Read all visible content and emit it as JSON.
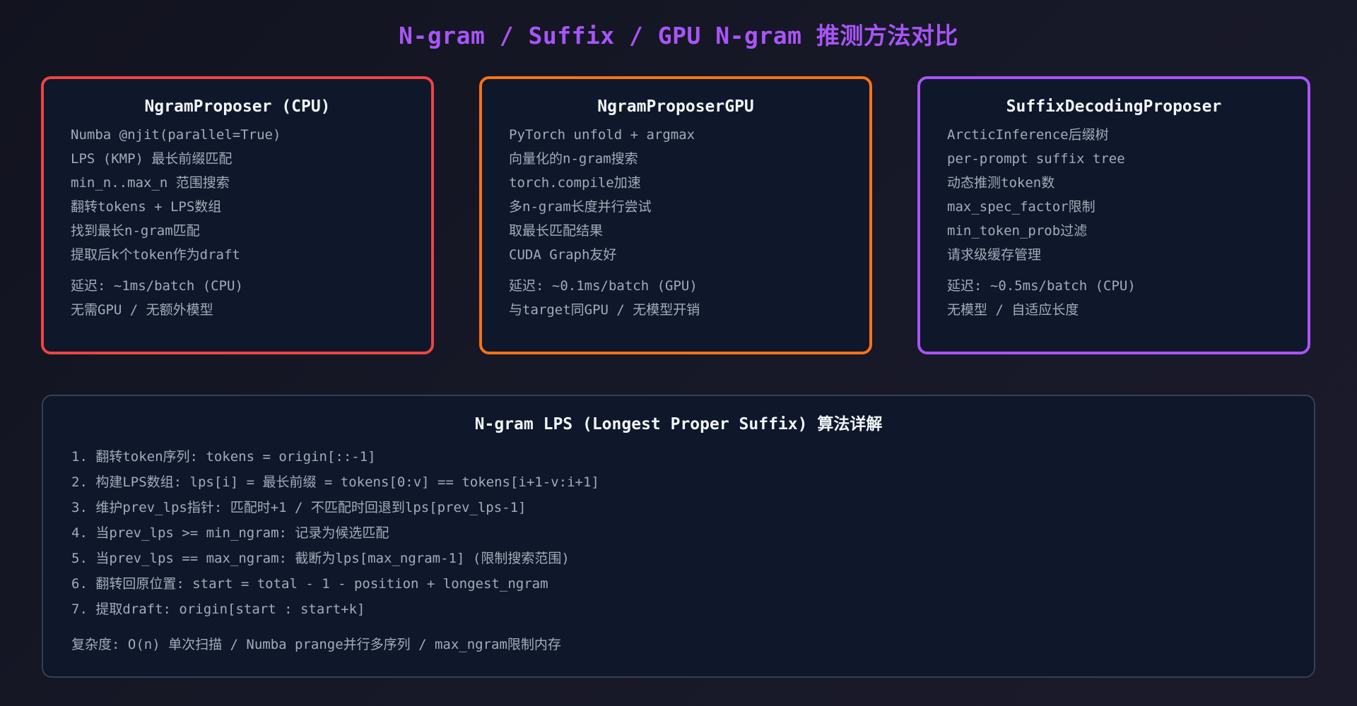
{
  "title": "N-gram / Suffix / GPU N-gram 推测方法对比",
  "colors": {
    "title": "#a855f7",
    "card_1_border": "#ef4444",
    "card_2_border": "#f97316",
    "card_3_border": "#a855f7",
    "panel_bg": "#0f172a",
    "text": "#a3acb9"
  },
  "cards": [
    {
      "title": "NgramProposer (CPU)",
      "lines": [
        "Numba @njit(parallel=True)",
        "LPS (KMP) 最长前缀匹配",
        "min_n..max_n 范围搜索",
        "翻转tokens + LPS数组",
        "找到最长n-gram匹配",
        "提取后k个token作为draft"
      ],
      "meta": [
        "延迟: ~1ms/batch (CPU)",
        "无需GPU / 无额外模型"
      ]
    },
    {
      "title": "NgramProposerGPU",
      "lines": [
        "PyTorch unfold + argmax",
        "向量化的n-gram搜索",
        "torch.compile加速",
        "多n-gram长度并行尝试",
        "取最长匹配结果",
        "CUDA Graph友好"
      ],
      "meta": [
        "延迟: ~0.1ms/batch (GPU)",
        "与target同GPU / 无模型开销"
      ]
    },
    {
      "title": "SuffixDecodingProposer",
      "lines": [
        "ArcticInference后缀树",
        "per-prompt suffix tree",
        "动态推测token数",
        "max_spec_factor限制",
        "min_token_prob过滤",
        "请求级缓存管理"
      ],
      "meta": [
        "延迟: ~0.5ms/batch (CPU)",
        "无模型 / 自适应长度"
      ]
    }
  ],
  "detail": {
    "title": "N-gram LPS (Longest Proper Suffix) 算法详解",
    "steps": [
      "1. 翻转token序列: tokens = origin[::-1]",
      "2. 构建LPS数组: lps[i] = 最长前缀 = tokens[0:v] == tokens[i+1-v:i+1]",
      "3. 维护prev_lps指针: 匹配时+1 / 不匹配时回退到lps[prev_lps-1]",
      "4. 当prev_lps >= min_ngram: 记录为候选匹配",
      "5. 当prev_lps == max_ngram: 截断为lps[max_ngram-1] (限制搜索范围)",
      "6. 翻转回原位置: start = total - 1 - position + longest_ngram",
      "7. 提取draft: origin[start : start+k]"
    ],
    "complexity": "复杂度: O(n) 单次扫描 / Numba prange并行多序列 / max_ngram限制内存"
  }
}
